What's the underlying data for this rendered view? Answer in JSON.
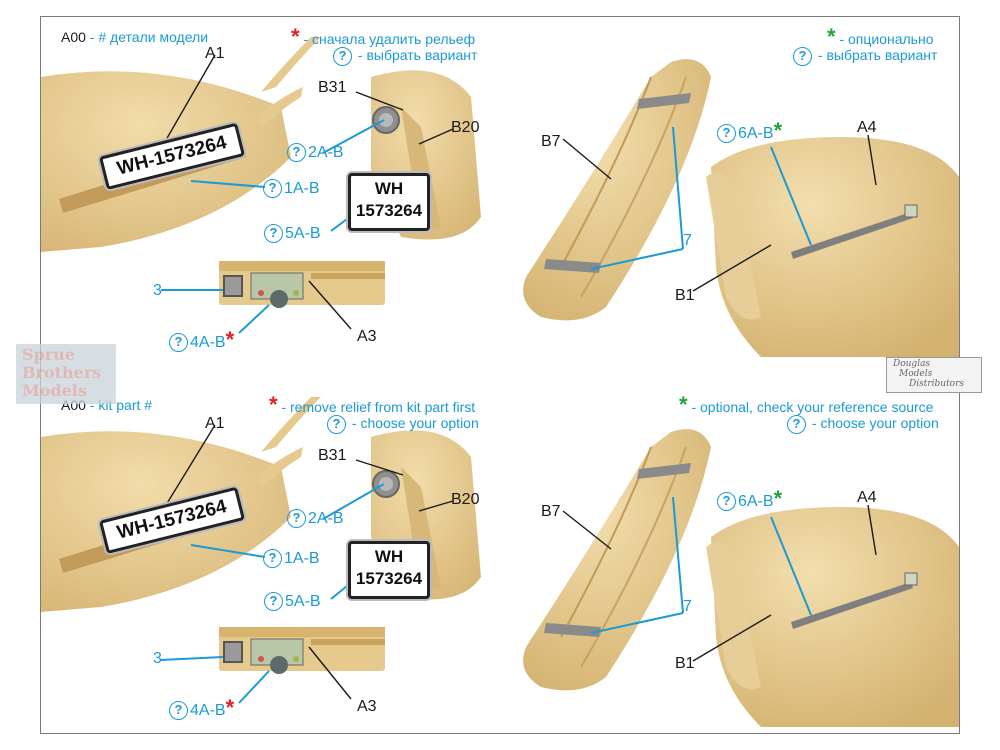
{
  "panels": {
    "ru_left": {
      "kit_part_key": "A00",
      "kit_part_text": "- # детали модели",
      "relief_text": "- сначала удалить рельеф",
      "choose_text": "- выбрать вариант"
    },
    "ru_right": {
      "optional_text": "- опционально",
      "choose_text": "- выбрать вариант"
    },
    "en_left": {
      "kit_part_key": "A00",
      "kit_part_text": "- kit part #",
      "relief_text": "- remove relief from kit part first",
      "choose_text": "- choose your option"
    },
    "en_right": {
      "optional_text": "- optional, check your reference source",
      "choose_text": "- choose your option"
    }
  },
  "symbols": {
    "star": "*",
    "question": "?"
  },
  "left_labels": {
    "a1": "A1",
    "b31": "B31",
    "b20": "B20",
    "a3": "A3",
    "callout_1ab": "1A-B",
    "callout_2ab": "2A-B",
    "callout_5ab": "5A-B",
    "callout_4ab": "4A-B",
    "callout_3": "3"
  },
  "right_labels": {
    "b7": "B7",
    "a4": "A4",
    "b1": "B1",
    "callout_6ab": "6A-B",
    "callout_7": "7"
  },
  "plates": {
    "long": "WH-1573264",
    "square_line1": "WH",
    "square_line2": "1573264"
  },
  "watermarks": {
    "left_line1": "Sprue",
    "left_line2": "Brothers",
    "left_line3": "Models",
    "right_line1": "Douglas",
    "right_line2": "Models",
    "right_line3": "Distributors"
  },
  "colors": {
    "resin": "#e8cf97",
    "resin_dark": "#c9a765",
    "callout": "#1b9ad6",
    "star_red": "#e02020",
    "star_green": "#1fa53a",
    "frame": "#7a7a7a"
  }
}
